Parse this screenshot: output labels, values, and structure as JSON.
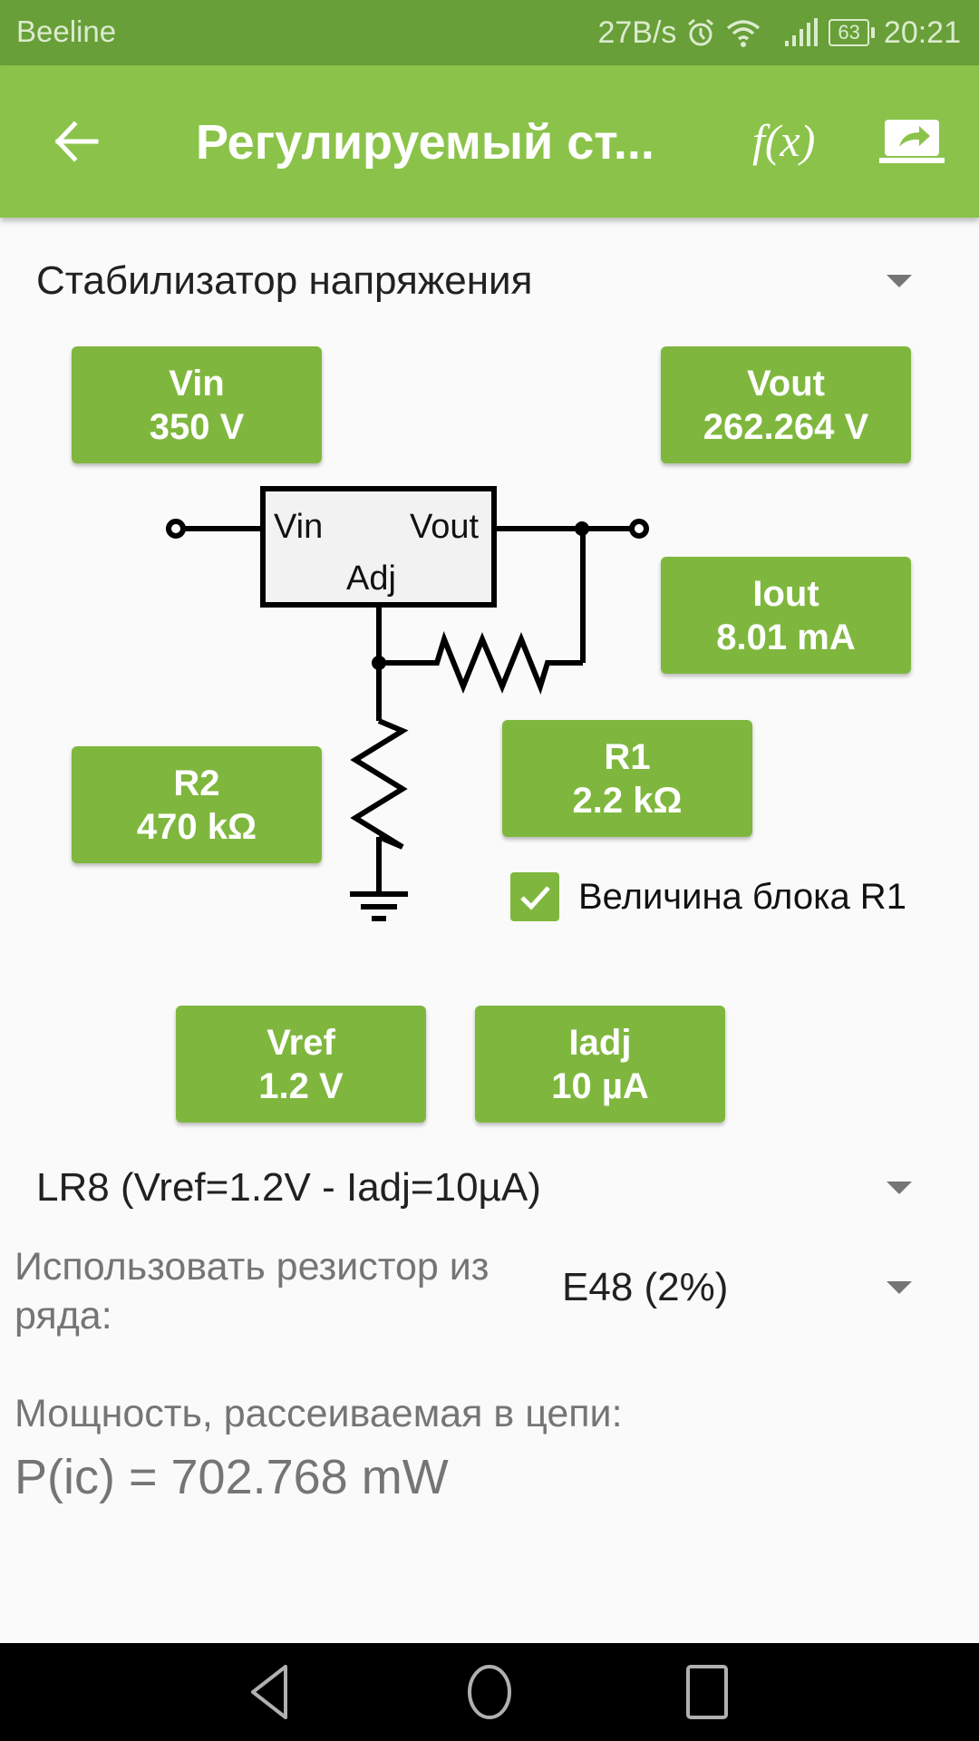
{
  "status_bar": {
    "carrier": "Beeline",
    "net_speed": "27B/s",
    "battery": "63",
    "time": "20:21",
    "icons": [
      "alarm-icon",
      "wifi-icon",
      "signal-icon",
      "battery-icon"
    ]
  },
  "toolbar": {
    "title": "Регулируемый ст...",
    "back_icon": "arrow-left-icon",
    "formula_label": "f(x)",
    "share_icon": "share-screen-icon"
  },
  "circuit_type": {
    "selected": "Стабилизатор напряжения"
  },
  "schematic": {
    "ic_labels": {
      "in": "Vin",
      "out": "Vout",
      "adj": "Adj"
    }
  },
  "values": {
    "vin": {
      "name": "Vin",
      "value": "350 V"
    },
    "vout": {
      "name": "Vout",
      "value": "262.264 V"
    },
    "iout": {
      "name": "Iout",
      "value": "8.01 mA"
    },
    "r1": {
      "name": "R1",
      "value": "2.2 kΩ"
    },
    "r2": {
      "name": "R2",
      "value": "470 kΩ"
    },
    "vref": {
      "name": "Vref",
      "value": "1.2 V"
    },
    "iadj": {
      "name": "Iadj",
      "value": "10 µA"
    }
  },
  "r1_lock": {
    "label": "Величина блока R1",
    "checked": true
  },
  "regulator": {
    "selected": "LR8 (Vref=1.2V - Iadj=10µA)"
  },
  "resistor_series": {
    "label": "Использовать резистор из ряда:",
    "selected": "E48 (2%)"
  },
  "power": {
    "label": "Мощность, рассеиваемая в цепи:",
    "value": "P(ic) = 702.768 mW"
  },
  "nav_bar": {
    "buttons": [
      "back-nav-icon",
      "home-nav-icon",
      "recents-nav-icon"
    ]
  }
}
